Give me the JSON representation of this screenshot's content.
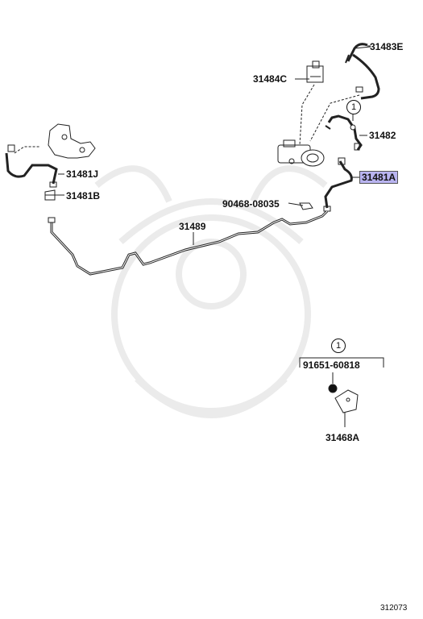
{
  "labels": {
    "p31483E": "31483E",
    "p31484C": "31484C",
    "p31482": "31482",
    "p31481J": "31481J",
    "p31481A": "31481A",
    "p31481B": "31481B",
    "p90468": "90468-08035",
    "p31489": "31489",
    "p91651": "91651-60818",
    "p31468A": "31468A",
    "ref1a": "1",
    "ref1b": "1",
    "diagram_id": "312073"
  },
  "colors": {
    "line": "#222222",
    "highlight": "#b9b4f0",
    "watermark": "#ececec"
  }
}
